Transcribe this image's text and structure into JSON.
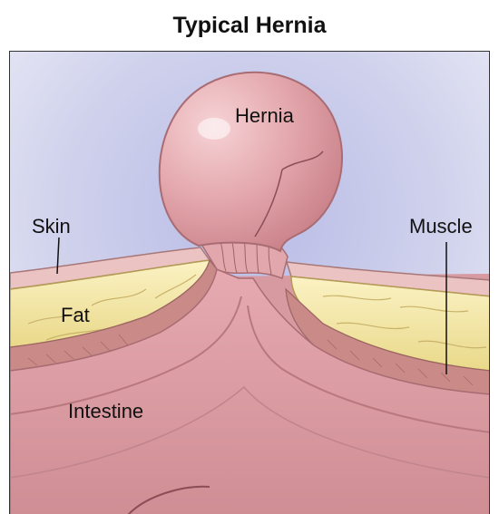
{
  "figure": {
    "title": "Typical Hernia",
    "labels": {
      "hernia": "Hernia",
      "skin": "Skin",
      "muscle": "Muscle",
      "fat": "Fat",
      "intestine": "Intestine"
    },
    "colors": {
      "background": "#c9cbe6",
      "fat": "#f4e8a8",
      "intestine": "#d99aa0",
      "muscle": "#c98a88",
      "skin": "#ecc2c0"
    }
  }
}
